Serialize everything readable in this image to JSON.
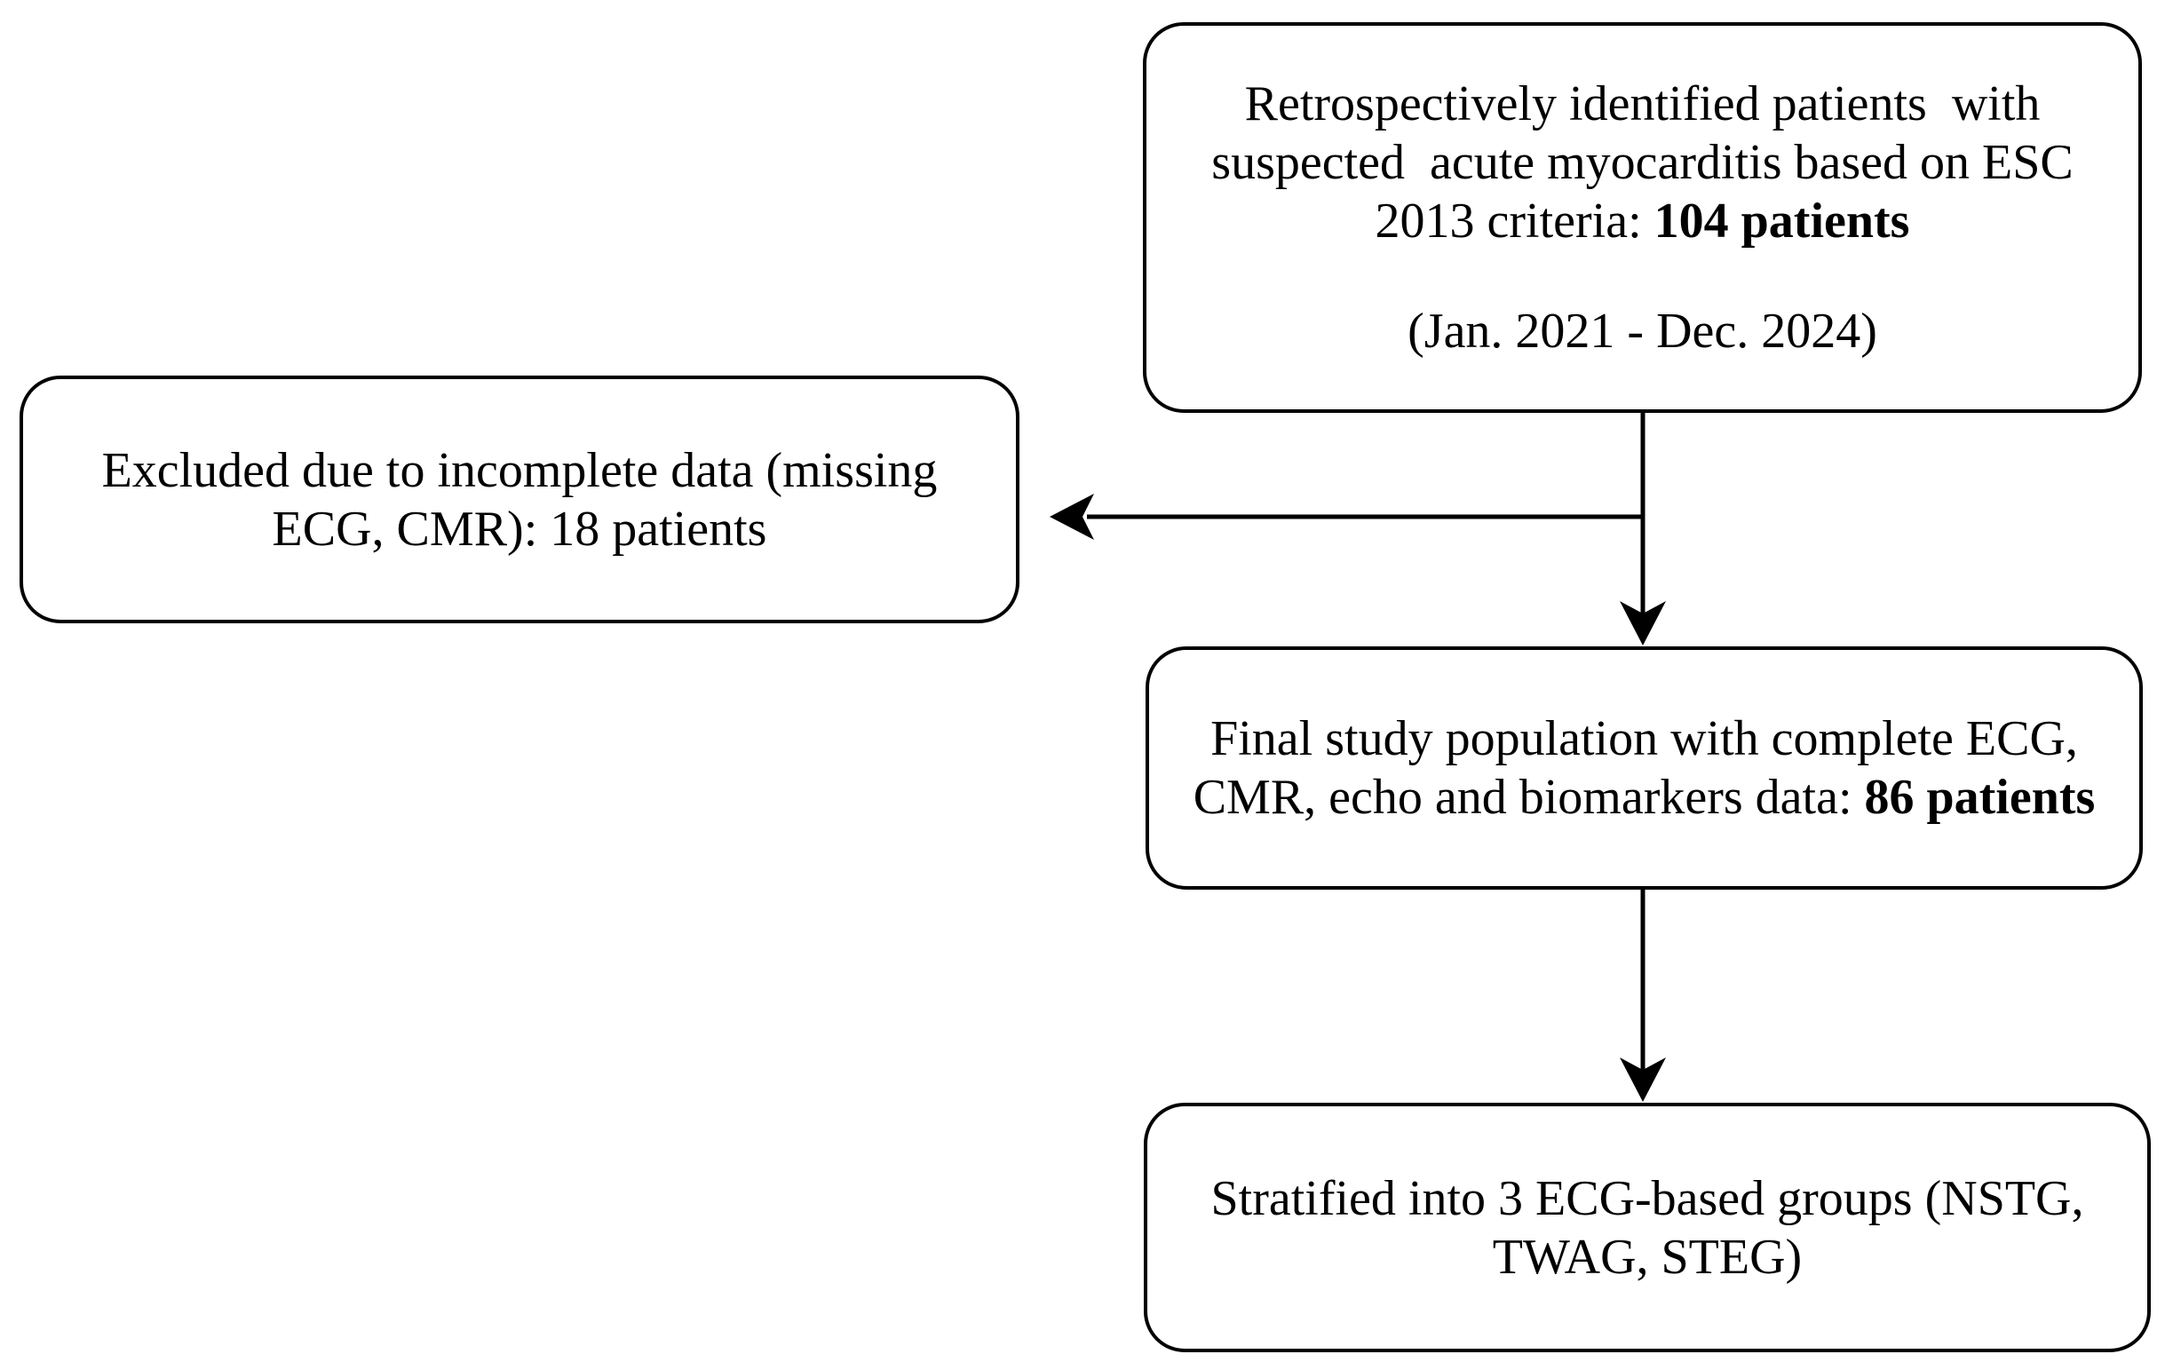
{
  "diagram": {
    "background": "#ffffff",
    "ink": "#000000",
    "boxes": {
      "identified": {
        "line1": "Retrospectively identified patients  with",
        "line2": "suspected  acute myocarditis based on ESC",
        "line3_prefix": "2013 criteria: ",
        "line3_bold": "104 patients",
        "date": "(Jan. 2021 - Dec. 2024)"
      },
      "excluded": {
        "line1": "Excluded due to incomplete data (missing",
        "line2": "ECG, CMR): 18 patients"
      },
      "final": {
        "line1": "Final study population with complete ECG,",
        "line2_prefix": "CMR, echo and biomarkers data: ",
        "line2_bold": "86 patients"
      },
      "stratified": {
        "line1": "Stratified into 3 ECG-based groups (NSTG,",
        "line2": "TWAG, STEG)"
      }
    }
  }
}
